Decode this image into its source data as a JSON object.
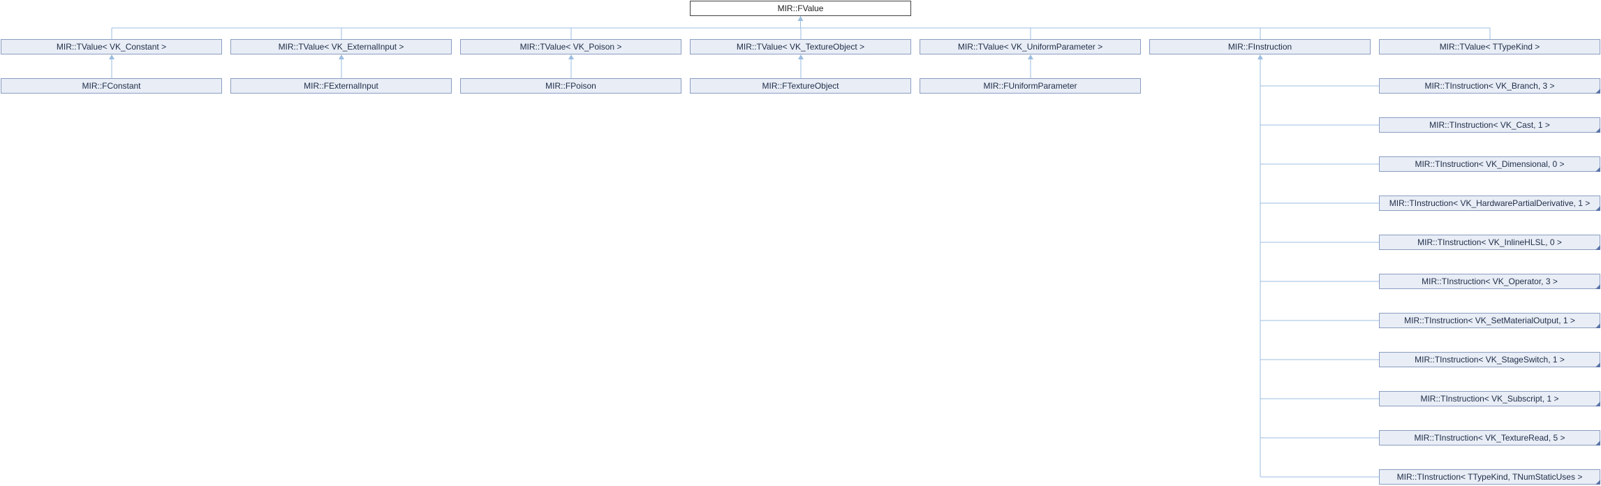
{
  "diagram": {
    "type": "class-inheritance-graph",
    "root": "MIR::FValue",
    "tvalue_classes": [
      {
        "name": "MIR::TValue< VK_Constant >",
        "child": "MIR::FConstant"
      },
      {
        "name": "MIR::TValue< VK_ExternalInput >",
        "child": "MIR::FExternalInput"
      },
      {
        "name": "MIR::TValue< VK_Poison >",
        "child": "MIR::FPoison"
      },
      {
        "name": "MIR::TValue< VK_TextureObject >",
        "child": "MIR::FTextureObject"
      },
      {
        "name": "MIR::TValue< VK_UniformParameter >",
        "child": "MIR::FUniformParameter"
      }
    ],
    "instruction_base": "MIR::FInstruction",
    "generic_tvalue": "MIR::TValue< TTypeKind >",
    "instructions": [
      "MIR::TInstruction< VK_Branch, 3 >",
      "MIR::TInstruction< VK_Cast, 1 >",
      "MIR::TInstruction< VK_Dimensional, 0 >",
      "MIR::TInstruction< VK_HardwarePartialDerivative, 1 >",
      "MIR::TInstruction< VK_InlineHLSL, 0 >",
      "MIR::TInstruction< VK_Operator, 3 >",
      "MIR::TInstruction< VK_SetMaterialOutput, 1 >",
      "MIR::TInstruction< VK_StageSwitch, 1 >",
      "MIR::TInstruction< VK_Subscript, 1 >",
      "MIR::TInstruction< VK_TextureRead, 5 >",
      "MIR::TInstruction< TTypeKind, TNumStaticUses >"
    ],
    "colors": {
      "edge": "#9bbde0",
      "node_fill": "#e8edf6",
      "node_border": "#8b9dc0",
      "fold_marker": "#5b74a8",
      "root_border": "#404040"
    }
  }
}
